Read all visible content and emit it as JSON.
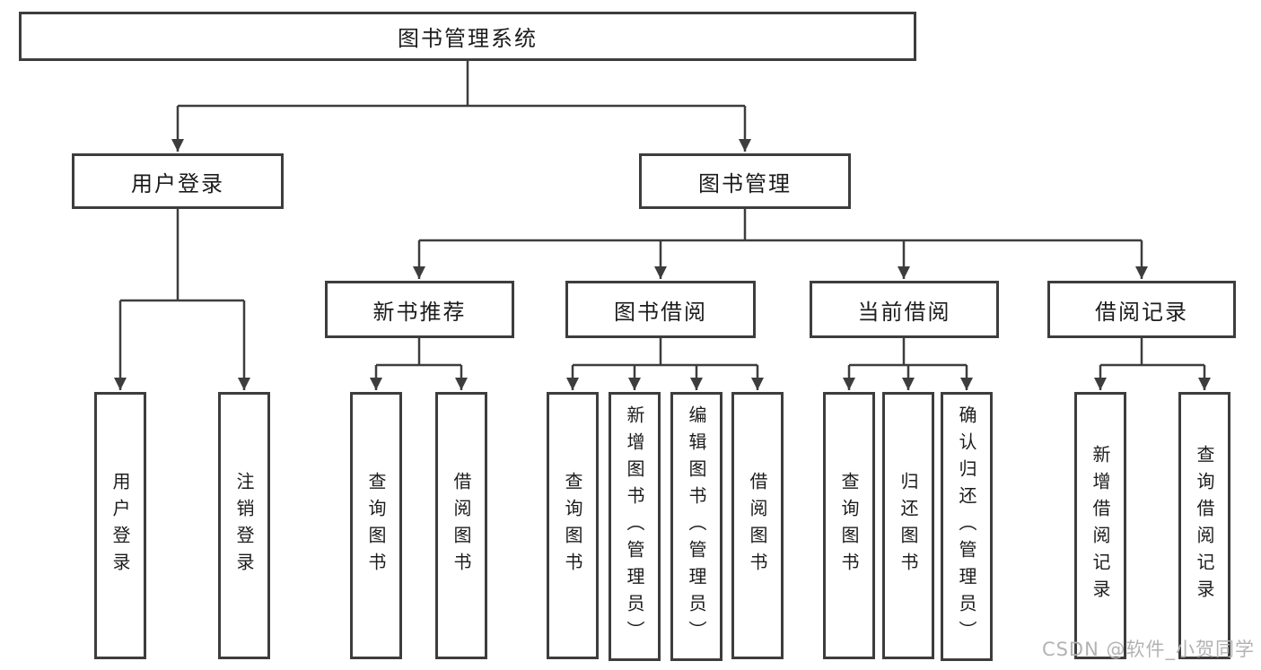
{
  "diagram": {
    "root": {
      "label": "图书管理系统"
    },
    "branches": [
      {
        "label": "用户登录",
        "children": [
          {
            "label": "用户登录"
          },
          {
            "label": "注销登录"
          }
        ]
      },
      {
        "label": "图书管理",
        "sections": [
          {
            "label": "新书推荐",
            "children": [
              {
                "label": "查询图书"
              },
              {
                "label": "借阅图书"
              }
            ]
          },
          {
            "label": "图书借阅",
            "children": [
              {
                "label": "查询图书"
              },
              {
                "label": "新增图书（管理员）"
              },
              {
                "label": "编辑图书（管理员）"
              },
              {
                "label": "借阅图书"
              }
            ]
          },
          {
            "label": "当前借阅",
            "children": [
              {
                "label": "查询图书"
              },
              {
                "label": "归还图书"
              },
              {
                "label": "确认归还（管理员）"
              }
            ]
          },
          {
            "label": "借阅记录",
            "children": [
              {
                "label": "新增借阅记录"
              },
              {
                "label": "查询借阅记录"
              }
            ]
          }
        ]
      }
    ]
  },
  "watermark": "CSDN @软件_小贺同学",
  "colors": {
    "line": "#3d3d3d",
    "text": "#1c1c1c",
    "watermark": "#b3b3b3",
    "background": "#ffffff"
  }
}
